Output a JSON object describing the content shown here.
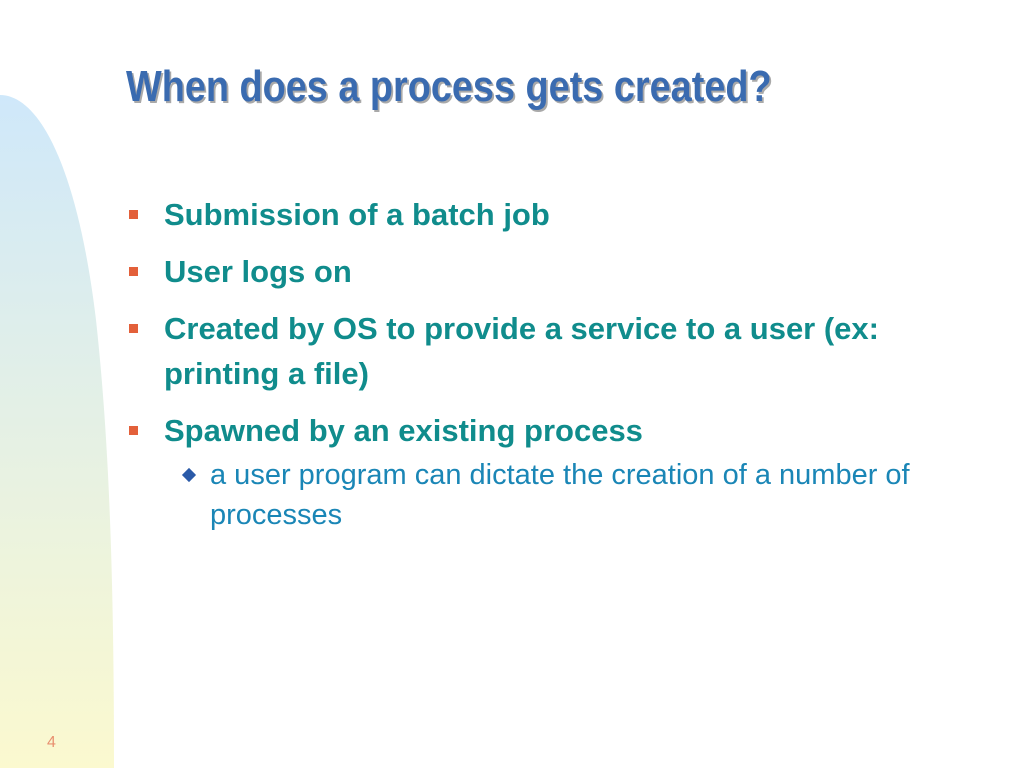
{
  "slide": {
    "title": "When does a process gets created?",
    "bullets": [
      {
        "text": "Submission of a batch job",
        "sub_bullets": []
      },
      {
        "text": "User logs on",
        "sub_bullets": []
      },
      {
        "text": "Created by OS to provide a service to a user (ex: printing a file)",
        "sub_bullets": []
      },
      {
        "text": "Spawned by an existing process",
        "sub_bullets": [
          {
            "text": "a user program can dictate the creation of a number of processes"
          }
        ]
      }
    ],
    "page_number": "4"
  },
  "colors": {
    "title": "#3a6bb0",
    "bullet_text": "#108c8c",
    "sub_bullet_text": "#1a86b6",
    "bullet_marker": "#e3603a",
    "sub_bullet_marker": "#2a5aa8",
    "page_number": "#e89070",
    "side_band_top": "#cfe8fa",
    "side_band_bottom": "#fbf9cf"
  }
}
